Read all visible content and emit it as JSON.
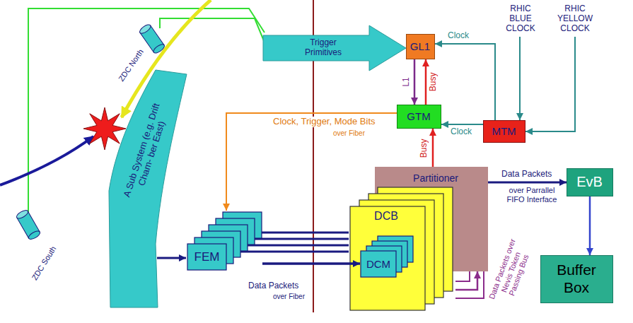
{
  "diagram": {
    "nodes": [
      {
        "text": [
          "Trigger Primitives"
        ]
      },
      {
        "text": [
          "GL1"
        ]
      },
      {
        "text": [
          "GTM"
        ]
      },
      {
        "text": [
          "MTM"
        ]
      },
      {
        "text": [
          "A Sub System (e.g. Drift Cham- ber East)"
        ]
      },
      {
        "text": [
          "FEM"
        ]
      },
      {
        "text": [
          "Partitioner"
        ]
      },
      {
        "text": [
          "DCB"
        ]
      },
      {
        "text": [
          "DCM"
        ],
        "in": 7
      },
      {
        "text": [
          "EvB"
        ]
      },
      {
        "text": [
          "Buffer Box"
        ]
      }
    ],
    "edges": [
      {
        "from": 3,
        "to": 1,
        "label": "Clock",
        "arrow": "to"
      },
      {
        "from": 3,
        "to": 2,
        "label": "Clock",
        "arrow": "to"
      },
      {
        "from": 1,
        "to": 2,
        "label": "L1",
        "arrow": "to"
      },
      {
        "from": 2,
        "to": 1,
        "label": "Busy",
        "arrow": "to"
      },
      {
        "from": 6,
        "to": 2,
        "label": "Busy",
        "arrow": "to"
      },
      {
        "from": 2,
        "to": 5,
        "arrow": "to"
      },
      {
        "from": 4,
        "to": 5,
        "arrow": "to"
      },
      {
        "from": 5,
        "to": 8,
        "arrow": "to"
      },
      {
        "from": 7,
        "to": 6,
        "arrow": "to"
      },
      {
        "from": 6,
        "to": 9,
        "arrow": "to"
      },
      {
        "from": 9,
        "to": 10,
        "arrow": "to"
      }
    ],
    "labels": [
      "ZDC North",
      "ZDC South",
      "RHIC BLUE CLOCK",
      "RHIC YELLOW CLOCK",
      "Clock, Trigger, Mode Bits",
      "over Fiber",
      "Data Packets",
      "over Fiber",
      "Data Packets",
      "over Parrallel FIFO Interface",
      "Data Packets over Nevis Token Passing Bus"
    ]
  }
}
